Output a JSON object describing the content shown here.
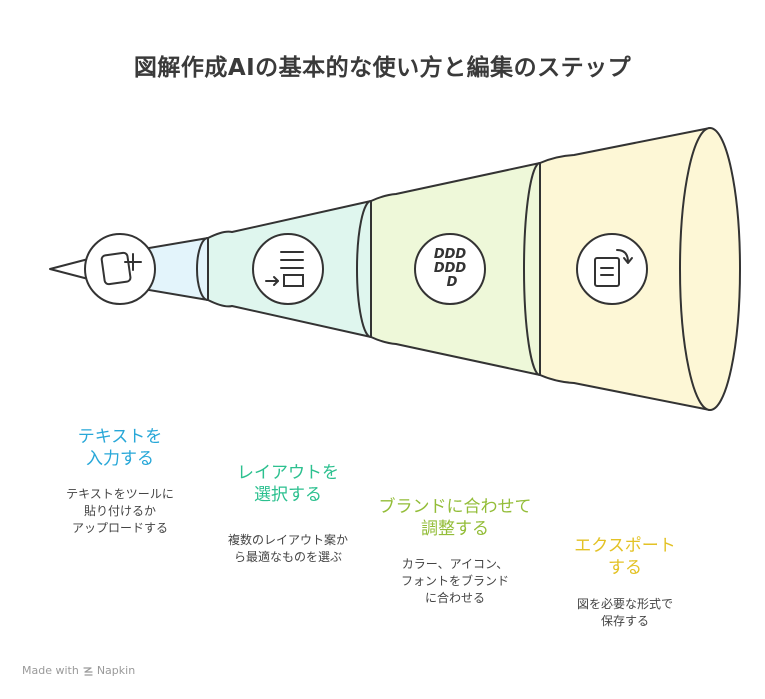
{
  "title": "図解作成AIの基本的な使い方と編集のステップ",
  "steps": [
    {
      "title": "テキストを\n入力する",
      "description": "テキストをツールに\n貼り付けるか\nアップロードする",
      "color": "#27a7d8",
      "fill": "#e3f4fb",
      "icon": "add-image-icon"
    },
    {
      "title": "レイアウトを\n選択する",
      "description": "複数のレイアウト案か\nら最適なものを選ぶ",
      "color": "#2cc08f",
      "fill": "#dff6ee",
      "icon": "layout-select-icon"
    },
    {
      "title": "ブランドに合わせて\n調整する",
      "description": "カラー、アイコン、\nフォントをブランド\nに合わせる",
      "color": "#93bd38",
      "fill": "#eef8d9",
      "icon": "brand-pattern-icon"
    },
    {
      "title": "エクスポート\nする",
      "description": "図を必要な形式で\n保存する",
      "color": "#e3c225",
      "fill": "#fdf7d6",
      "icon": "export-file-icon"
    }
  ],
  "footer": {
    "made_with": "Made with",
    "brand": "Napkin"
  }
}
